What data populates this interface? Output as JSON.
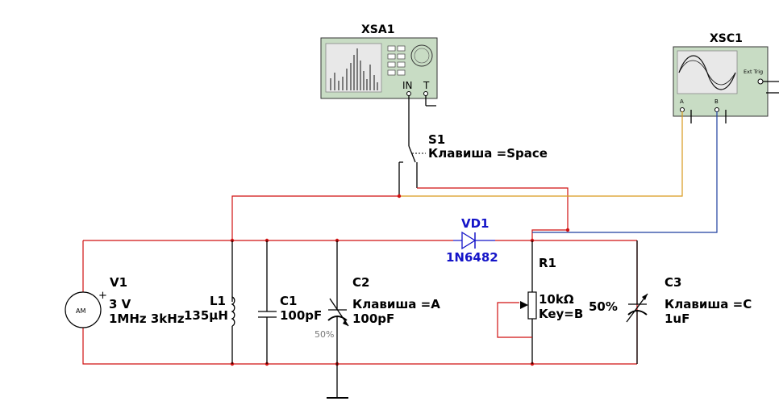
{
  "instruments": {
    "spectrum_analyzer": {
      "ref": "XSA1",
      "in_label": "IN",
      "t_label": "T",
      "color": "#c8dcc4"
    },
    "oscilloscope": {
      "ref": "XSC1",
      "a_label": "A",
      "b_label": "B",
      "ext_trig_label": "Ext Trig",
      "color": "#c8dcc4"
    }
  },
  "components": {
    "s1": {
      "ref": "S1",
      "key": "Клавиша =Space"
    },
    "vd1": {
      "ref": "VD1",
      "model": "1N6482",
      "color": "#1414c8"
    },
    "v1": {
      "ref": "V1",
      "symbol": "AM",
      "amplitude": "3 V",
      "freqs": "1MHz 3kHz",
      "polarity": "+"
    },
    "l1": {
      "ref": "L1",
      "value": "135µH"
    },
    "c1": {
      "ref": "C1",
      "value": "100pF"
    },
    "c2": {
      "ref": "C2",
      "key": "Клавиша =A",
      "value": "100pF",
      "percent": "50%"
    },
    "r1": {
      "ref": "R1",
      "value": "10kΩ",
      "key": "Key=B",
      "percent": "50%"
    },
    "c3": {
      "ref": "C3",
      "key": "Клавиша =C",
      "value": "1uF"
    }
  },
  "wire_colors": {
    "main": "#d01010",
    "channel_a": "#d99a1e",
    "channel_b": "#1f3f9f"
  }
}
